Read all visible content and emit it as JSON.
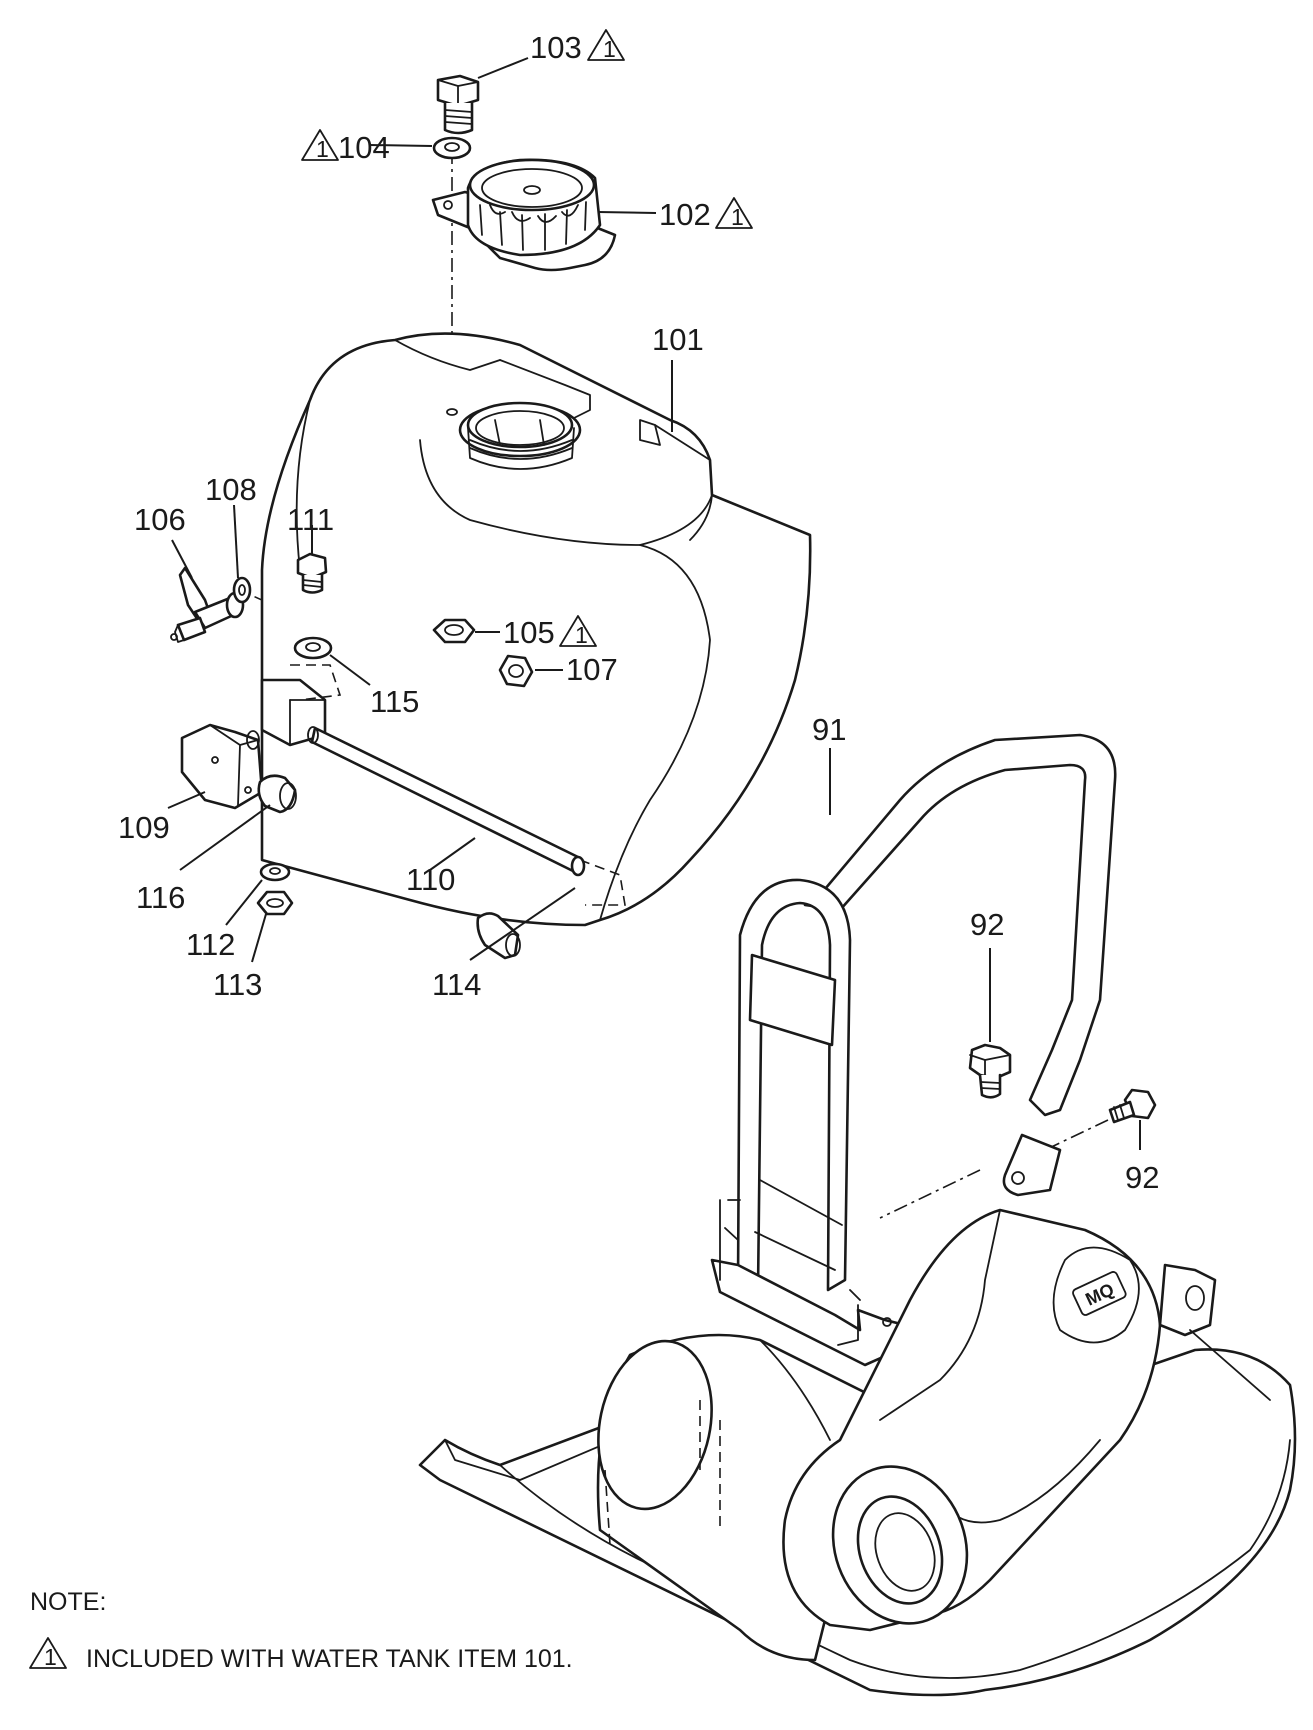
{
  "callouts": {
    "c103": "103",
    "c104": "104",
    "c102": "102",
    "c101": "101",
    "c108": "108",
    "c106": "106",
    "c111": "111",
    "c105": "105",
    "c107": "107",
    "c115": "115",
    "c91": "91",
    "c109": "109",
    "c116": "116",
    "c110": "110",
    "c112": "112",
    "c113": "113",
    "c114": "114",
    "c92a": "92",
    "c92b": "92"
  },
  "triangle_mark": "1",
  "note": {
    "heading": "NOTE:",
    "symbol": "1",
    "text": "INCLUDED WITH WATER TANK ITEM 101."
  },
  "logo_text": "MQ"
}
